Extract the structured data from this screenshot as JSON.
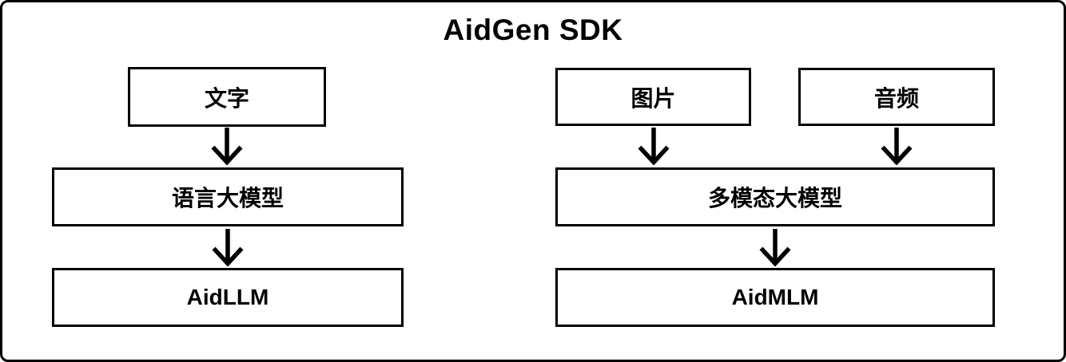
{
  "title": "AidGen SDK",
  "flows": {
    "language": {
      "input": "文字",
      "model": "语言大模型",
      "output": "AidLLM"
    },
    "multimodal": {
      "inputs": [
        "图片",
        "音频"
      ],
      "model": "多模态大模型",
      "output": "AidMLM"
    }
  },
  "colors": {
    "background": "#ffffff",
    "line": "#000000",
    "text": "#000000"
  }
}
